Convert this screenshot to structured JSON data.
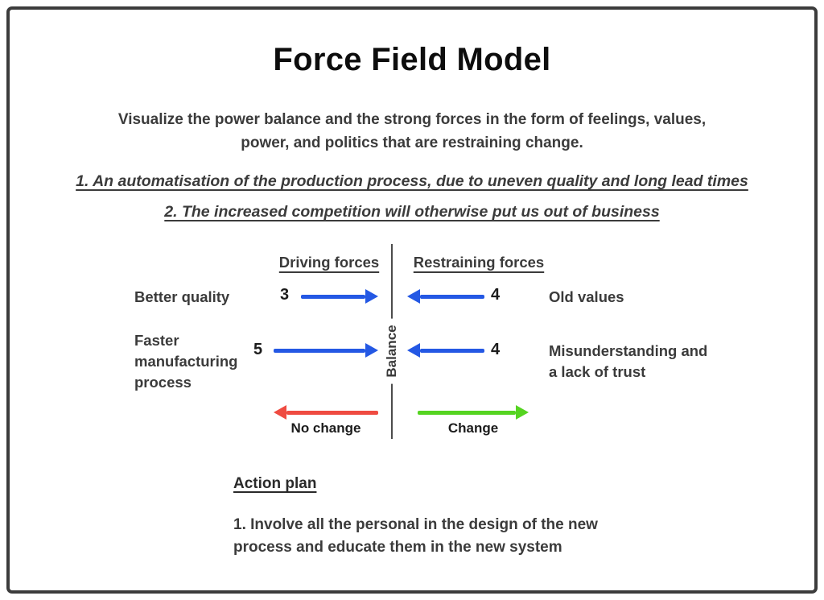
{
  "title": "Force Field Model",
  "subtitle": "Visualize the power balance and the strong forces in the form of feelings, values, power, and politics that are restraining change.",
  "statements": [
    "1. An automatisation of the production process, due to uneven quality and long lead times",
    "2. The increased competition will otherwise put us out of business"
  ],
  "diagram": {
    "driving_header": "Driving forces",
    "restraining_header": "Restraining forces",
    "balance_label": "Balance",
    "rows": [
      {
        "left_label": "Better quality",
        "left_value": "3",
        "right_value": "4",
        "right_label": "Old values"
      },
      {
        "left_label": "Faster manufacturing process",
        "left_value": "5",
        "right_value": "4",
        "right_label": "Misunderstanding and a lack of trust"
      }
    ],
    "no_change_label": "No change",
    "change_label": "Change"
  },
  "action_plan": {
    "heading": "Action plan",
    "item_1": "1. Involve all the personal in the design of the new process and educate them in the new system"
  },
  "colors": {
    "blue": "#2458e4",
    "red": "#ef4b41",
    "green": "#55d421",
    "text": "#3b3b3b",
    "title": "#0d0d0d",
    "border": "#3c3c3c",
    "line": "#4c4c4c"
  }
}
